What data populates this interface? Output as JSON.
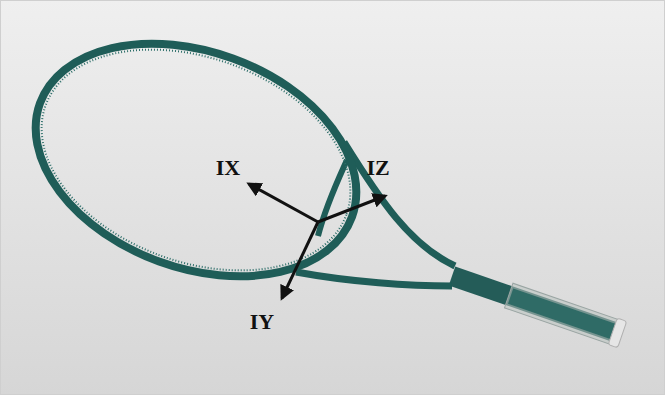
{
  "diagram": {
    "labels": [
      "IX",
      "IY",
      "IZ"
    ]
  }
}
